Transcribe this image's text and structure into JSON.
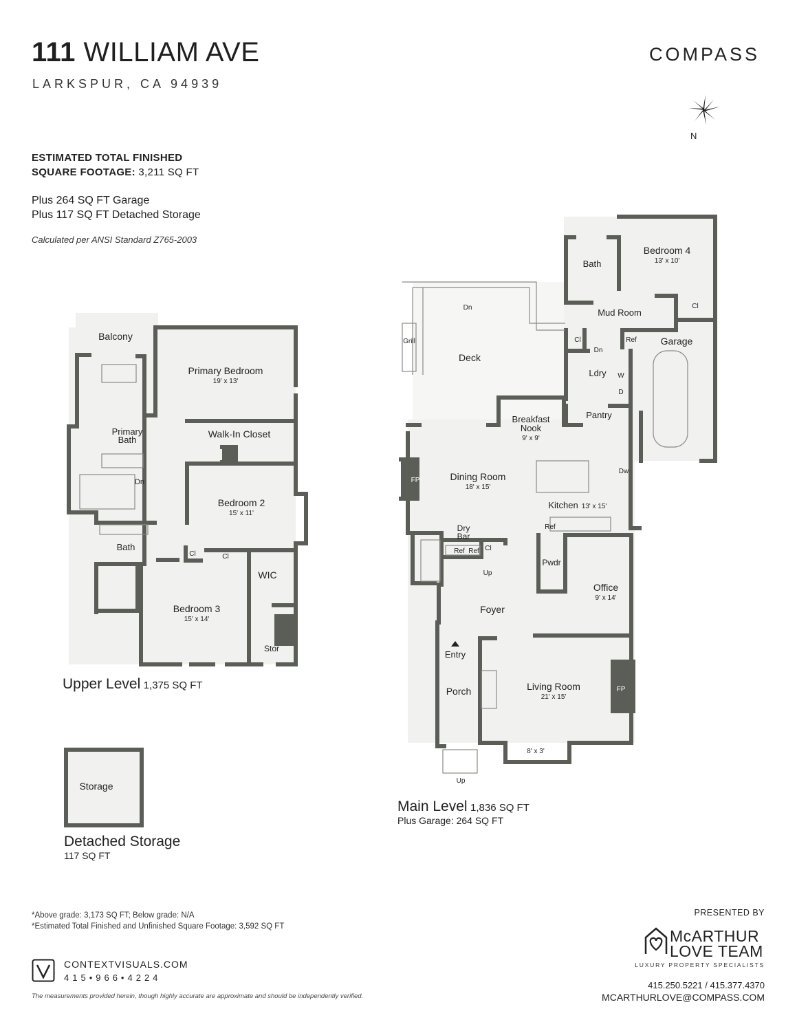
{
  "header": {
    "address_number": "111",
    "address_street": "WILLIAM AVE",
    "city": "LARKSPUR, CA 94939",
    "brand": "COMPASS",
    "north_label": "N"
  },
  "summary": {
    "line1": "ESTIMATED TOTAL FINISHED",
    "line2_bold": "SQUARE FOOTAGE:",
    "line2_value": "3,211 SQ FT",
    "garage": "Plus 264 SQ FT Garage",
    "storage": "Plus 117 SQ FT Detached Storage",
    "standard": "Calculated per ANSI Standard Z765-2003"
  },
  "upper_level": {
    "title": "Upper Level",
    "sqft": "1,375 SQ FT",
    "rooms": {
      "balcony": "Balcony",
      "primary_bedroom": "Primary Bedroom",
      "primary_bedroom_dim": "19' x 13'",
      "primary_bath_1": "Primary",
      "primary_bath_2": "Bath",
      "walk_in_closet": "Walk-In Closet",
      "stairs_dn": "Dn",
      "bedroom2": "Bedroom 2",
      "bedroom2_dim": "15' x 11'",
      "bath": "Bath",
      "cl1": "Cl",
      "cl2": "Cl",
      "wic": "WIC",
      "bedroom3": "Bedroom 3",
      "bedroom3_dim": "15' x 14'",
      "stor": "Stor"
    }
  },
  "detached": {
    "room": "Storage",
    "title": "Detached Storage",
    "sqft": "117 SQ FT"
  },
  "main_level": {
    "title": "Main Level",
    "sqft": "1,836 SQ FT",
    "plus_garage": "Plus Garage: 264 SQ FT",
    "rooms": {
      "deck_dn": "Dn",
      "grill": "Grill",
      "deck": "Deck",
      "bath": "Bath",
      "bedroom4": "Bedroom 4",
      "bedroom4_dim": "13' x 10'",
      "cl_bed4": "Cl",
      "mud_room": "Mud Room",
      "cl_mud": "Cl",
      "ref_garage": "Ref",
      "dn_mud": "Dn",
      "garage": "Garage",
      "ldry": "Ldry",
      "w": "W",
      "d": "D",
      "pantry": "Pantry",
      "breakfast1": "Breakfast",
      "breakfast2": "Nook",
      "breakfast_dim": "9' x 9'",
      "fp_dining": "FP",
      "dining": "Dining Room",
      "dining_dim": "18' x 15'",
      "dw": "Dw",
      "kitchen": "Kitchen",
      "kitchen_dim": "13' x 15'",
      "ref_kitchen": "Ref",
      "dry_bar1": "Dry",
      "dry_bar2": "Bar",
      "ref_a": "Ref",
      "ref_b": "Ref",
      "cl_bar": "Cl",
      "up_stairs": "Up",
      "pwdr": "Pwdr",
      "office": "Office",
      "office_dim": "9' x 14'",
      "foyer": "Foyer",
      "entry": "Entry",
      "porch": "Porch",
      "living": "Living Room",
      "living_dim": "21' x 15'",
      "fp_living": "FP",
      "bay_dim": "8' x 3'",
      "up_porch": "Up"
    }
  },
  "footer": {
    "note1": "*Above grade: 3,173 SQ FT; Below grade: N/A",
    "note2": "*Estimated Total Finished and Unfinished Square Footage: 3,592 SQ FT",
    "ctx_url": "CONTEXTVISUALS.COM",
    "ctx_phone": "415•966•4224",
    "disclaimer": "The measurements provided herein, though highly accurate are approximate and should be independently verified.",
    "presented_by": "PRESENTED BY",
    "team_line1": "McARTHUR",
    "team_line2": "LOVE TEAM",
    "team_sub": "LUXURY PROPERTY SPECIALISTS",
    "team_phones": "415.250.5221 / 415.377.4370",
    "team_email": "MCARTHURLOVE@COMPASS.COM"
  },
  "colors": {
    "wall": "#5b5d57",
    "floor": "#f1f1ef",
    "text": "#222222"
  }
}
